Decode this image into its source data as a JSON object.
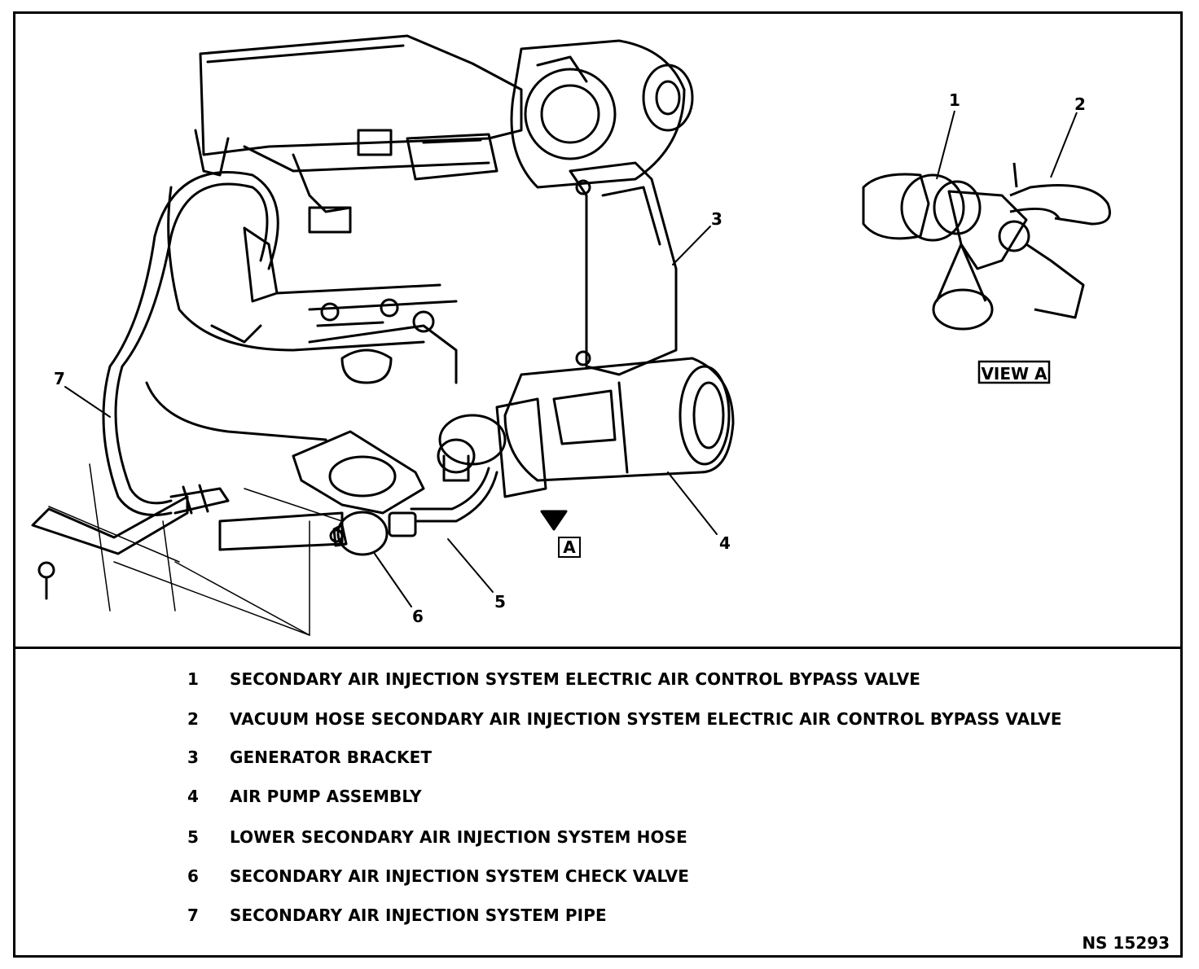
{
  "figure": {
    "view_label": "VIEW A",
    "arrow_label": "A",
    "callouts": [
      "1",
      "2",
      "3",
      "4",
      "5",
      "6",
      "7"
    ]
  },
  "legend": [
    {
      "num": "1",
      "text": "SECONDARY AIR INJECTION SYSTEM ELECTRIC AIR CONTROL BYPASS VALVE"
    },
    {
      "num": "2",
      "text": "VACUUM HOSE SECONDARY AIR INJECTION SYSTEM ELECTRIC AIR CONTROL BYPASS VALVE"
    },
    {
      "num": "3",
      "text": "GENERATOR BRACKET"
    },
    {
      "num": "4",
      "text": "AIR PUMP ASSEMBLY"
    },
    {
      "num": "5",
      "text": "LOWER SECONDARY AIR INJECTION SYSTEM HOSE"
    },
    {
      "num": "6",
      "text": "SECONDARY AIR INJECTION SYSTEM CHECK VALVE"
    },
    {
      "num": "7",
      "text": "SECONDARY AIR INJECTION SYSTEM PIPE"
    }
  ],
  "figure_id": "NS 15293"
}
